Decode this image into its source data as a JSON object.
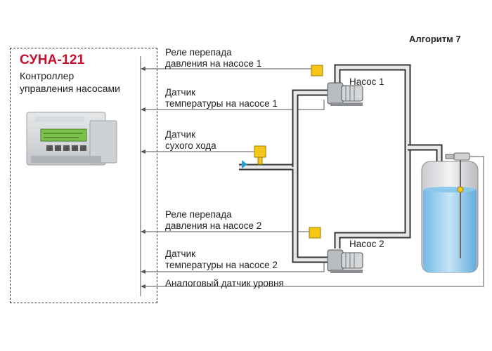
{
  "algorithm": "Алгоритм 7",
  "controller": {
    "brand": "СУНА-121",
    "description_line1": "Контроллер",
    "description_line2": "управления насосами"
  },
  "signals": [
    {
      "line1": "Реле перепада",
      "line2": "давления на насосе 1"
    },
    {
      "line1": "Датчик",
      "line2": "температуры на насосе 1"
    },
    {
      "line1": "Датчик",
      "line2": "сухого хода"
    },
    {
      "line1": "Реле перепада",
      "line2": "давления на насосе 2"
    },
    {
      "line1": "Датчик",
      "line2": "температуры на насосе 2"
    },
    {
      "line1": "Аналоговый датчик уровня",
      "line2": ""
    }
  ],
  "pumps": [
    {
      "label": "Насос 1"
    },
    {
      "label": "Насос 2"
    }
  ],
  "colors": {
    "brand": "#c8102e",
    "sensor": "#f5c518",
    "water": "#4aa3dc",
    "pipe": "#9a9a9a",
    "arrow": "#2a9fd6"
  }
}
